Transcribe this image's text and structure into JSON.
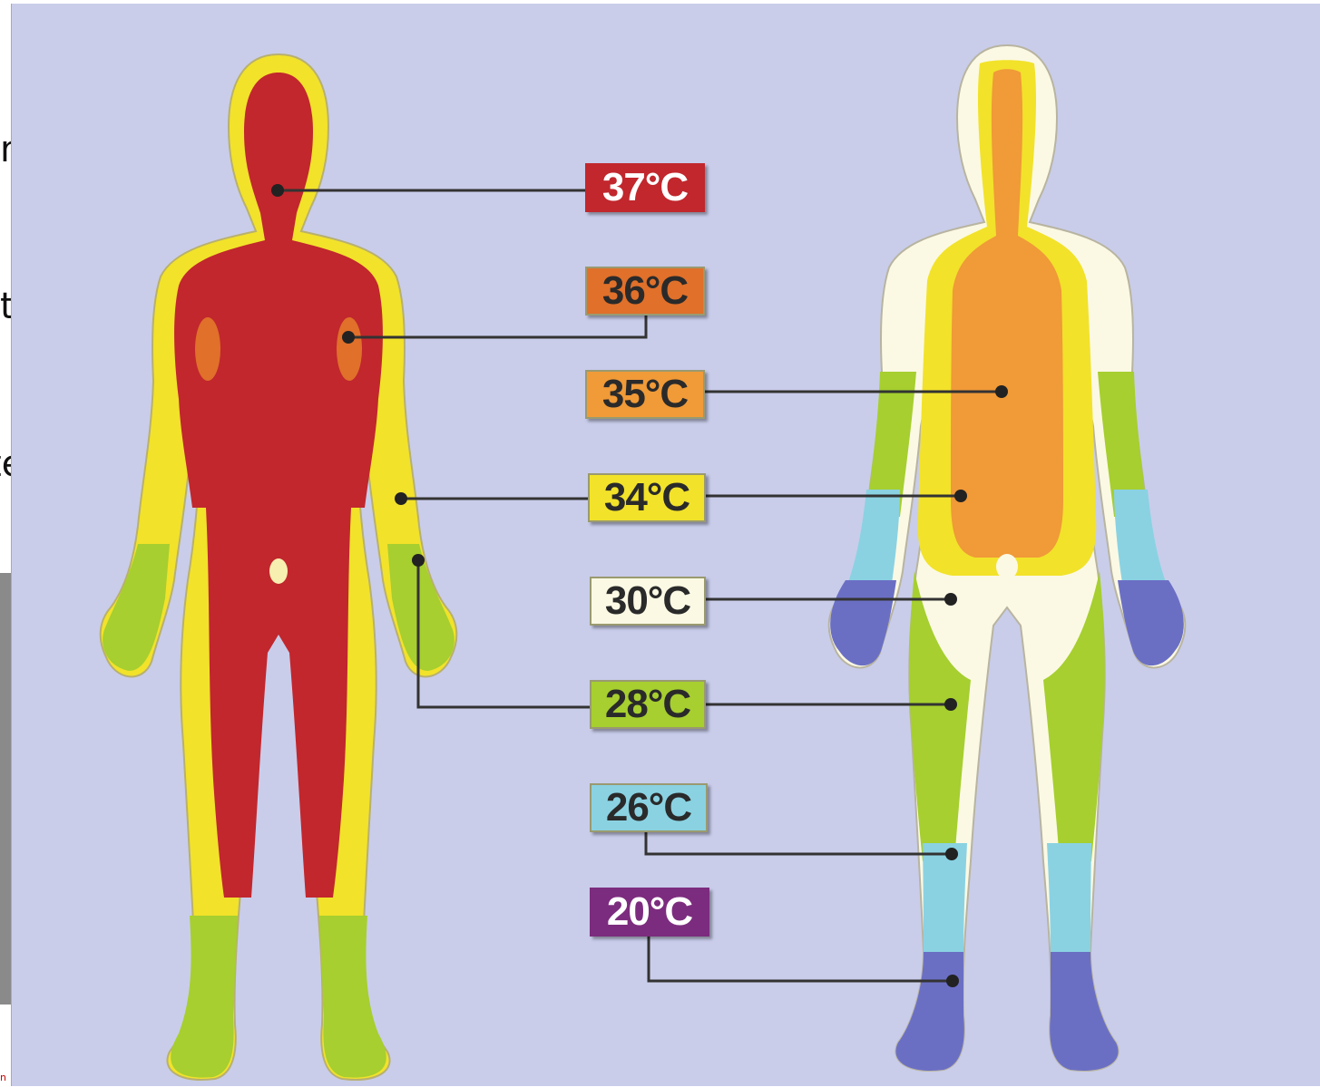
{
  "clipped_text": {
    "left_letters": [
      "n",
      "t",
      "te"
    ],
    "bottom": "n"
  },
  "temperature_labels": [
    {
      "text": "37°C",
      "bg": "#c1272d",
      "fg": "#ffffff"
    },
    {
      "text": "36°C",
      "bg": "#e0702a",
      "fg": "#2a2a2a"
    },
    {
      "text": "35°C",
      "bg": "#f09a38",
      "fg": "#2a2a2a"
    },
    {
      "text": "34°C",
      "bg": "#f2e22a",
      "fg": "#2a2a2a"
    },
    {
      "text": "30°C",
      "bg": "#fbf9e4",
      "fg": "#2a2a2a"
    },
    {
      "text": "28°C",
      "bg": "#a6cf2f",
      "fg": "#2a2a2a"
    },
    {
      "text": "26°C",
      "bg": "#8ad2e2",
      "fg": "#2a2a2a"
    },
    {
      "text": "20°C",
      "bg": "#7c2c7e",
      "fg": "#ffffff"
    }
  ],
  "colors": {
    "background": "#c9cdea",
    "core_37": "#c1272d",
    "zone_36": "#e0702a",
    "zone_35": "#f09a38",
    "zone_34": "#f2e22a",
    "zone_30": "#fbf9e4",
    "zone_28": "#a6cf2f",
    "zone_26": "#8ad2e2",
    "zone_20": "#6b6fc4"
  }
}
